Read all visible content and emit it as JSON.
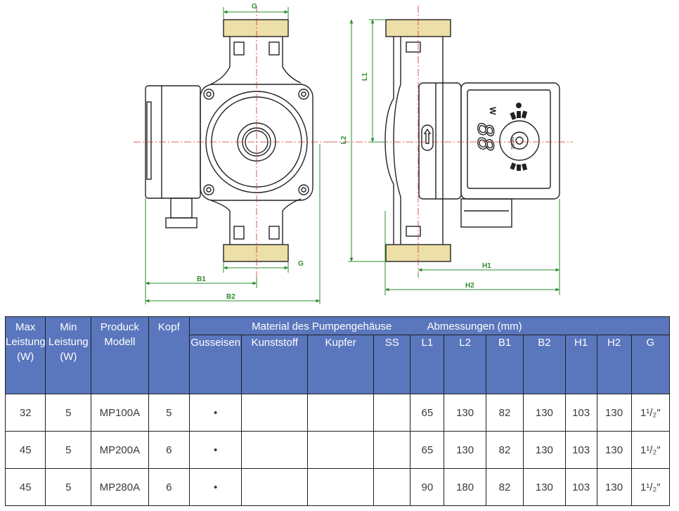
{
  "drawing": {
    "dimension_labels": {
      "g_top": "G",
      "g_bottom": "G",
      "b1": "B1",
      "b2": "B2",
      "l1": "L1",
      "l2": "L2",
      "h1": "H1",
      "h2": "H2"
    },
    "display": {
      "digits": "88",
      "unit": "W",
      "mode_label": "MODE"
    },
    "colors": {
      "dimension": "#2e8b2e",
      "centerline": "#d23030",
      "flange": "#eddfa8",
      "outline": "#222222"
    }
  },
  "table": {
    "colors": {
      "header_bg": "#5a76bd",
      "header_text": "#ffffff",
      "border": "#1f1f1f"
    },
    "headers": {
      "max_leistung": "Max Leistung (W)",
      "min_leistung": "Min Leistung (W)",
      "produck_modell": "Produck Modell",
      "kopf": "Kopf",
      "material_group": "Material des Pumpengehäuse",
      "abmessungen_group": "Abmessungen (mm)",
      "gusseisen": "Gusseisen",
      "kunststoff": "Kunststoff",
      "kupfer": "Kupfer",
      "ss": "SS",
      "l1": "L1",
      "l2": "L2",
      "b1": "B1",
      "b2": "B2",
      "h1": "H1",
      "h2": "H2",
      "g": "G"
    },
    "rows": [
      {
        "max": "32",
        "min": "5",
        "modell": "MP100A",
        "kopf": "5",
        "gusseisen": "•",
        "kunststoff": "",
        "kupfer": "",
        "ss": "",
        "l1": "65",
        "l2": "130",
        "b1": "82",
        "b2": "130",
        "h1": "103",
        "h2": "130",
        "g": "1¹/₂″"
      },
      {
        "max": "45",
        "min": "5",
        "modell": "MP200A",
        "kopf": "6",
        "gusseisen": "•",
        "kunststoff": "",
        "kupfer": "",
        "ss": "",
        "l1": "65",
        "l2": "130",
        "b1": "82",
        "b2": "130",
        "h1": "103",
        "h2": "130",
        "g": "1¹/₂″"
      },
      {
        "max": "45",
        "min": "5",
        "modell": "MP280A",
        "kopf": "6",
        "gusseisen": "•",
        "kunststoff": "",
        "kupfer": "",
        "ss": "",
        "l1": "90",
        "l2": "180",
        "b1": "82",
        "b2": "130",
        "h1": "103",
        "h2": "130",
        "g": "1¹/₂″"
      }
    ]
  }
}
